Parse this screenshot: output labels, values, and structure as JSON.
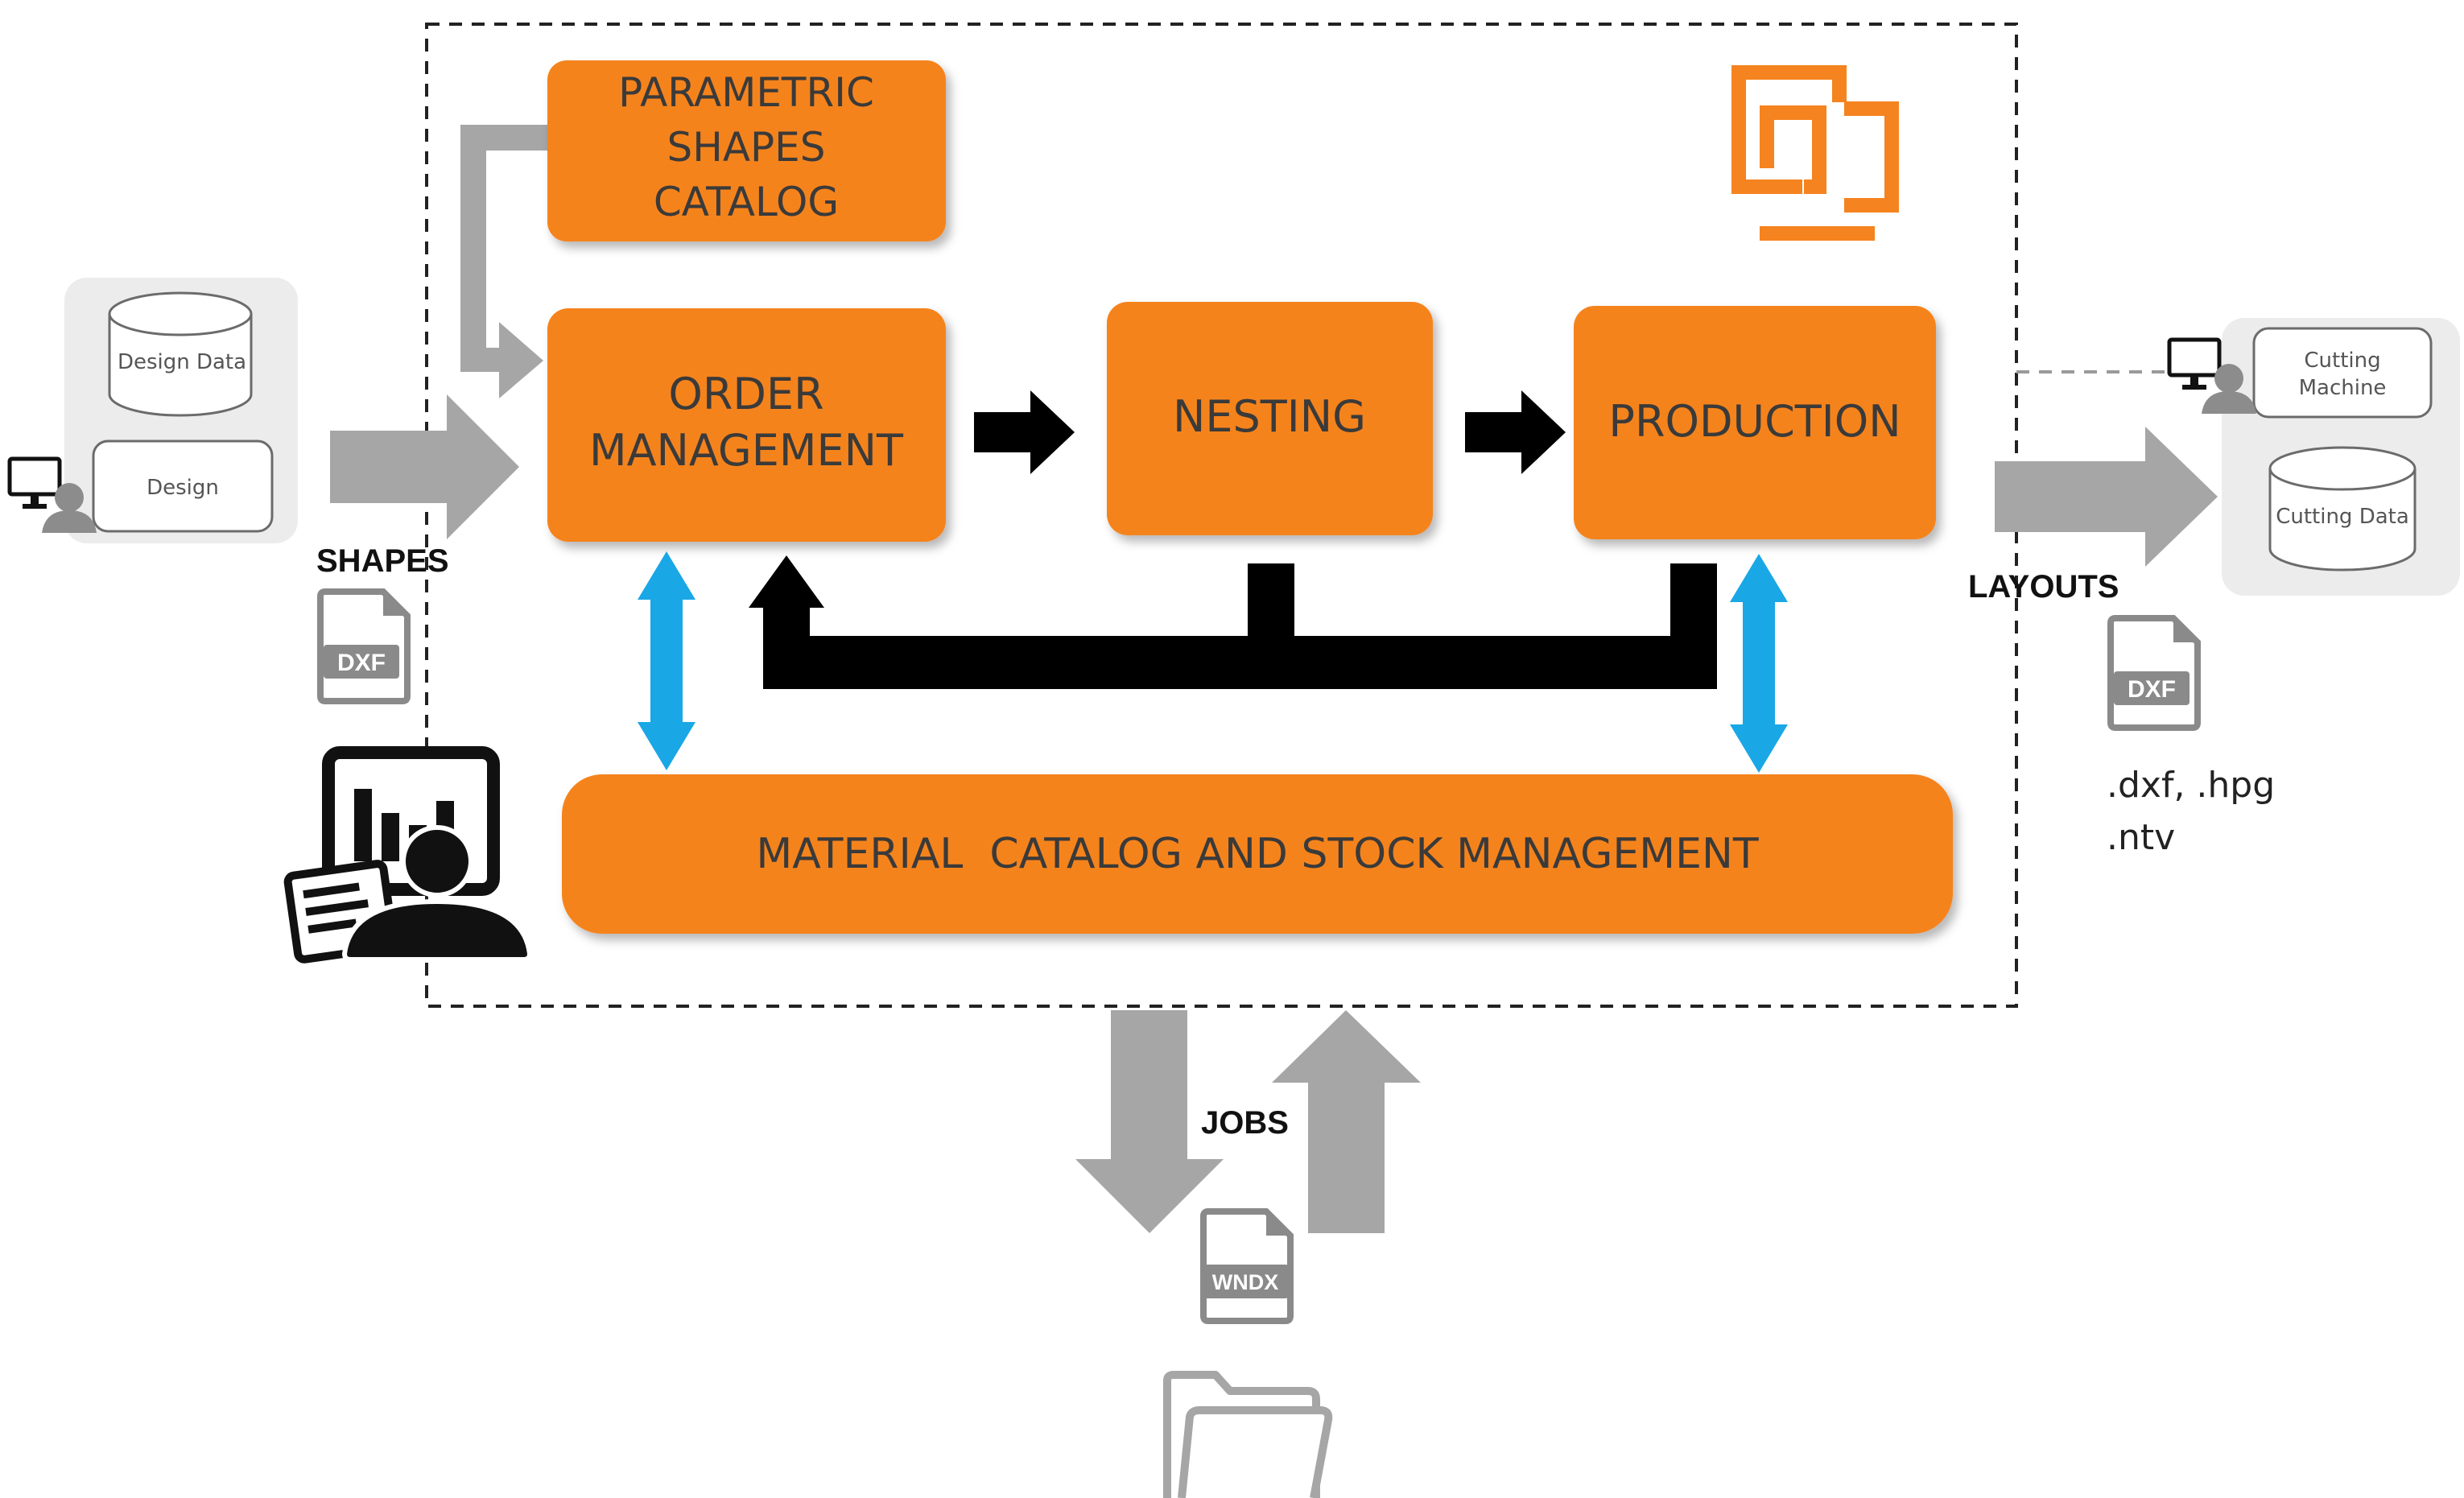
{
  "colors": {
    "orange": "#f5831f",
    "gray_arrow": "#a6a6a6",
    "black_arrow": "#000000",
    "blue_arrow": "#1aa7e6",
    "panel_gray": "#ececec"
  },
  "boxes": {
    "parametric_shapes_catalog": [
      "PARAMETRIC",
      "SHAPES",
      "CATALOG"
    ],
    "order_management": [
      "ORDER",
      "MANAGEMENT"
    ],
    "nesting": "NESTING",
    "production": "PRODUCTION",
    "material_catalog": "MATERIAL  CATALOG AND STOCK MANAGEMENT"
  },
  "left_panel": {
    "design_data": "Design Data",
    "design": "Design"
  },
  "right_panel": {
    "cutting_machine": [
      "Cutting",
      "Machine"
    ],
    "cutting_data": "Cutting Data"
  },
  "labels": {
    "shapes": "SHAPES",
    "layouts": "LAYOUTS",
    "jobs": "JOBS"
  },
  "file_icons": {
    "shapes_file": "DXF",
    "layouts_file": "DXF",
    "jobs_file": "WNDX"
  },
  "extensions": [
    ".dxf, .hpg",
    ".ntv"
  ],
  "icons": {
    "logo": "brand-logo-icon",
    "analyst": "analyst-dashboard-icon",
    "folder": "folder-icon",
    "user_left": "user-computer-icon",
    "user_right": "user-computer-icon"
  }
}
